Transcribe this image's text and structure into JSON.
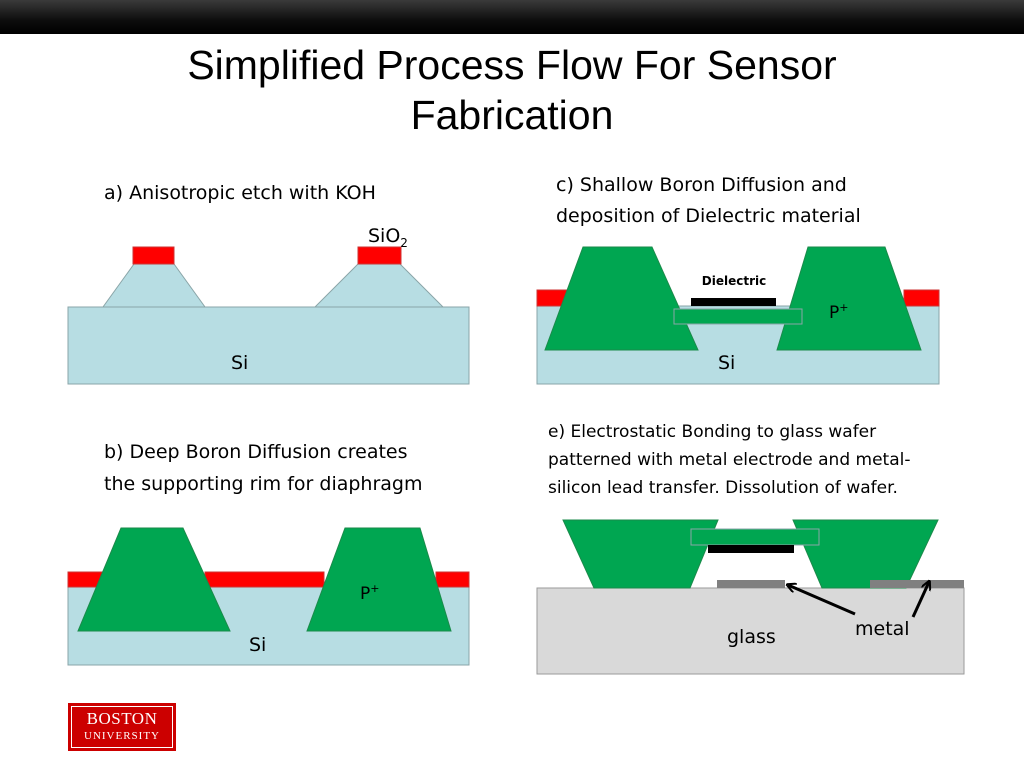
{
  "title": {
    "line1": "Simplified Process Flow For Sensor",
    "line2": "Fabrication"
  },
  "panels": {
    "a": {
      "caption": "a) Anisotropic etch with KOH",
      "sio2_label": "SiO",
      "sio2_sub": "2",
      "si_label": "Si"
    },
    "b": {
      "caption_line1": "b) Deep Boron Diffusion creates",
      "caption_line2": "the supporting rim for diaphragm",
      "p_label": "P",
      "p_sup": "+",
      "si_label": "Si"
    },
    "c": {
      "caption_line1": "c) Shallow Boron Diffusion and",
      "caption_line2": "deposition of Dielectric material",
      "dielectric_label": "Dielectric",
      "p_label": "P",
      "p_sup": "+",
      "si_label": "Si"
    },
    "e": {
      "caption_line1": "e) Electrostatic Bonding to glass wafer",
      "caption_line2": "patterned with metal electrode and metal-",
      "caption_line3": "silicon lead transfer. Dissolution of wafer.",
      "glass_label": "glass",
      "metal_label": "metal"
    }
  },
  "logo": {
    "line1": "BOSTON",
    "line2": "UNIVERSITY"
  },
  "colors": {
    "silicon": "#b7dde3",
    "oxide": "#ff0000",
    "p_plus": "#00a651",
    "glass": "#d9d9d9",
    "metal": "#808080",
    "dielectric": "#000000",
    "brand": "#cc0000"
  }
}
